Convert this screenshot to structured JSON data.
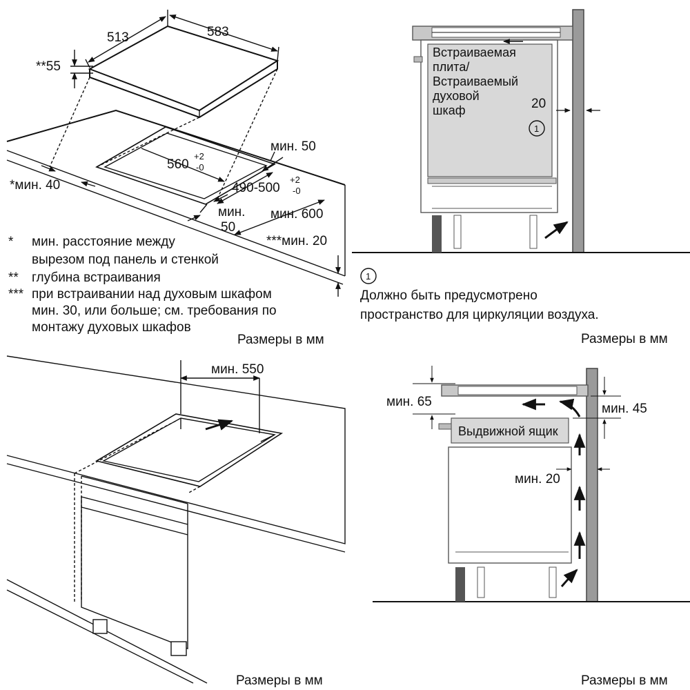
{
  "units_caption": "Размеры в мм",
  "q1": {
    "dim_depth": "513",
    "dim_width": "583",
    "dim_thick": "**55",
    "cut_w": "560",
    "cut_w_tol_up": "+2",
    "cut_w_tol_dn": "-0",
    "cut_d": "490-500",
    "cut_d_tol_up": "+2",
    "cut_d_tol_dn": "-0",
    "min50_top": "мин. 50",
    "min40": "*мин. 40",
    "min50_a": "мин.",
    "min50_b": "50",
    "min600": "мин. 600",
    "min20": "***мин. 20",
    "footnotes": [
      {
        "mark": "*",
        "text": "мин. расстояние между"
      },
      {
        "mark": "",
        "text": "вырезом под панель и стенкой"
      },
      {
        "mark": "**",
        "text": "глубина встраивания"
      },
      {
        "mark": "***",
        "text": "при встраивании над духовым шкафом"
      },
      {
        "mark": "",
        "text": "мин. 30, или больше; см. требования по"
      },
      {
        "mark": "",
        "text": "монтажу духовых шкафов"
      }
    ]
  },
  "q2": {
    "oven_l1": "Встраиваемая",
    "oven_l2": "плита/",
    "oven_l3": "Встраиваемый",
    "oven_l4": "духовой",
    "oven_l5": "шкаф",
    "gap": "20",
    "circle": "1",
    "note_l1": "Должно быть предусмотрено",
    "note_l2": "пространство для циркуляции воздуха."
  },
  "q3": {
    "min550": "мин. 550"
  },
  "q4": {
    "min65": "мин. 65",
    "min45": "мин. 45",
    "drawer": "Выдвижной ящик",
    "min20": "мин. 20"
  }
}
